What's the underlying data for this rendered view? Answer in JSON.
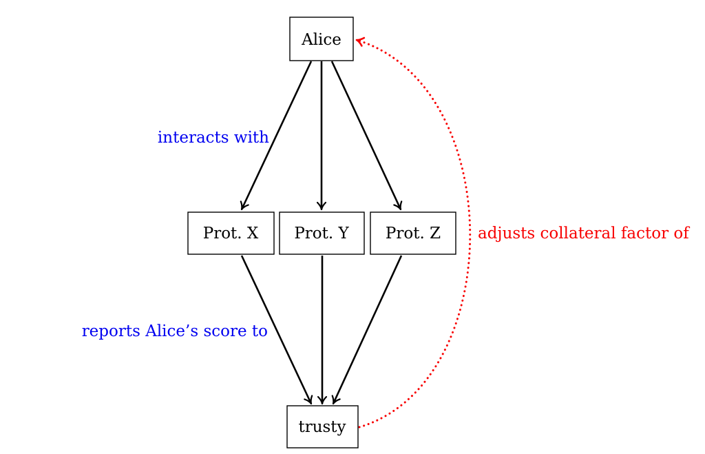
{
  "title": "trust-graph-diagram",
  "colors": {
    "black": "#000000",
    "blue": "#0000f0",
    "red": "#f80000",
    "node_fill": "#ffffff",
    "background": "#ffffff"
  },
  "nodes": {
    "alice": {
      "label": "Alice"
    },
    "protx": {
      "label": "Prot. X"
    },
    "proty": {
      "label": "Prot. Y"
    },
    "protz": {
      "label": "Prot. Z"
    },
    "trusty": {
      "label": "trusty"
    }
  },
  "edge_labels": {
    "interacts": "interacts with",
    "reports": "reports Alice’s score to",
    "adjusts": "adjusts collateral factor of"
  },
  "edges": [
    {
      "from": "Alice",
      "to": "Prot. X",
      "style": "solid",
      "color": "black",
      "label": "interacts with"
    },
    {
      "from": "Alice",
      "to": "Prot. Y",
      "style": "solid",
      "color": "black",
      "label": "interacts with"
    },
    {
      "from": "Alice",
      "to": "Prot. Z",
      "style": "solid",
      "color": "black",
      "label": "interacts with"
    },
    {
      "from": "Prot. X",
      "to": "trusty",
      "style": "solid",
      "color": "black",
      "label": "reports Alice’s score to"
    },
    {
      "from": "Prot. Y",
      "to": "trusty",
      "style": "solid",
      "color": "black",
      "label": "reports Alice’s score to"
    },
    {
      "from": "Prot. Z",
      "to": "trusty",
      "style": "solid",
      "color": "black",
      "label": "reports Alice’s score to"
    },
    {
      "from": "trusty",
      "to": "Alice",
      "style": "dotted",
      "color": "red",
      "label": "adjusts collateral factor of"
    }
  ]
}
